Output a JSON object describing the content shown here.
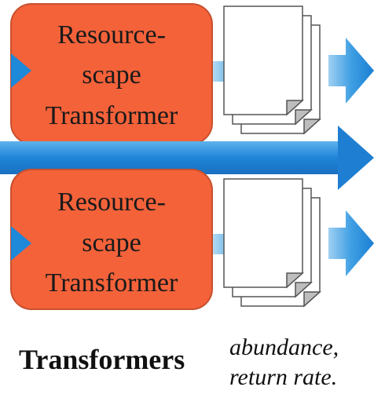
{
  "colors": {
    "box_fill": "#f4623a",
    "box_stroke": "#c8502d",
    "arrow_blue": "#1e88d9",
    "arrow_light": "#7fbde8",
    "paper_stroke": "#555555",
    "fold_fill": "#bdbdbd"
  },
  "transformers": [
    {
      "label_lines": [
        "Resource-",
        "scape",
        "Transformer"
      ]
    },
    {
      "label_lines": [
        "Resource-",
        "scape",
        "Transformer"
      ]
    }
  ],
  "caption": {
    "title": "Transformers",
    "detail_lines": [
      "abundance,",
      "return rate."
    ]
  },
  "icons": {
    "input_arrow": "triangle-arrow-right",
    "output_arrow": "block-arrow-right",
    "document_stack": "document-stack"
  }
}
